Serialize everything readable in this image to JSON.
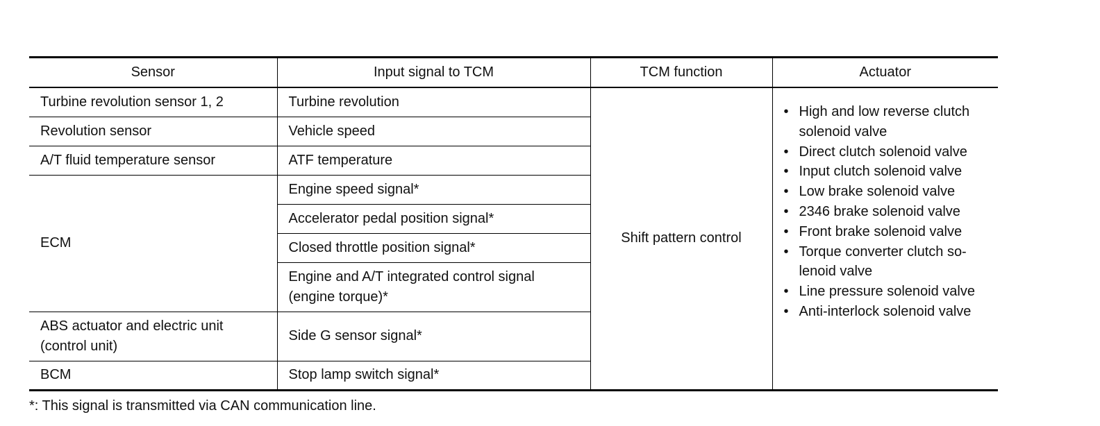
{
  "table": {
    "headers": [
      "Sensor",
      "Input signal to TCM",
      "TCM function",
      "Actuator"
    ],
    "rows": [
      {
        "sensor": "Turbine revolution sensor 1, 2",
        "signal": "Turbine revolution"
      },
      {
        "sensor": "Revolution sensor",
        "signal": "Vehicle speed"
      },
      {
        "sensor": "A/T fluid temperature sensor",
        "signal": "ATF temperature"
      },
      {
        "sensor": "ECM",
        "signal": "Engine speed signal*"
      },
      {
        "sensor": "",
        "signal": "Accelerator pedal position signal*"
      },
      {
        "sensor": "",
        "signal": "Closed throttle position signal*"
      },
      {
        "sensor": "",
        "signal": "Engine and A/T integrated control signal (engine torque)*"
      },
      {
        "sensor": "ABS actuator and electric unit (control unit)",
        "signal": "Side G sensor signal*"
      },
      {
        "sensor": "BCM",
        "signal": "Stop lamp switch signal*"
      }
    ],
    "tcm_function": "Shift pattern control",
    "actuators": [
      "High and low reverse clutch solenoid valve",
      "Direct clutch solenoid valve",
      "Input clutch solenoid valve",
      "Low brake solenoid valve",
      "2346 brake solenoid valve",
      "Front brake solenoid valve",
      "Torque converter clutch so-lenoid valve",
      "Line pressure solenoid valve",
      "Anti-interlock solenoid valve"
    ],
    "bullet_glyph": "•"
  },
  "footnote": "*: This signal is transmitted via CAN communication line."
}
